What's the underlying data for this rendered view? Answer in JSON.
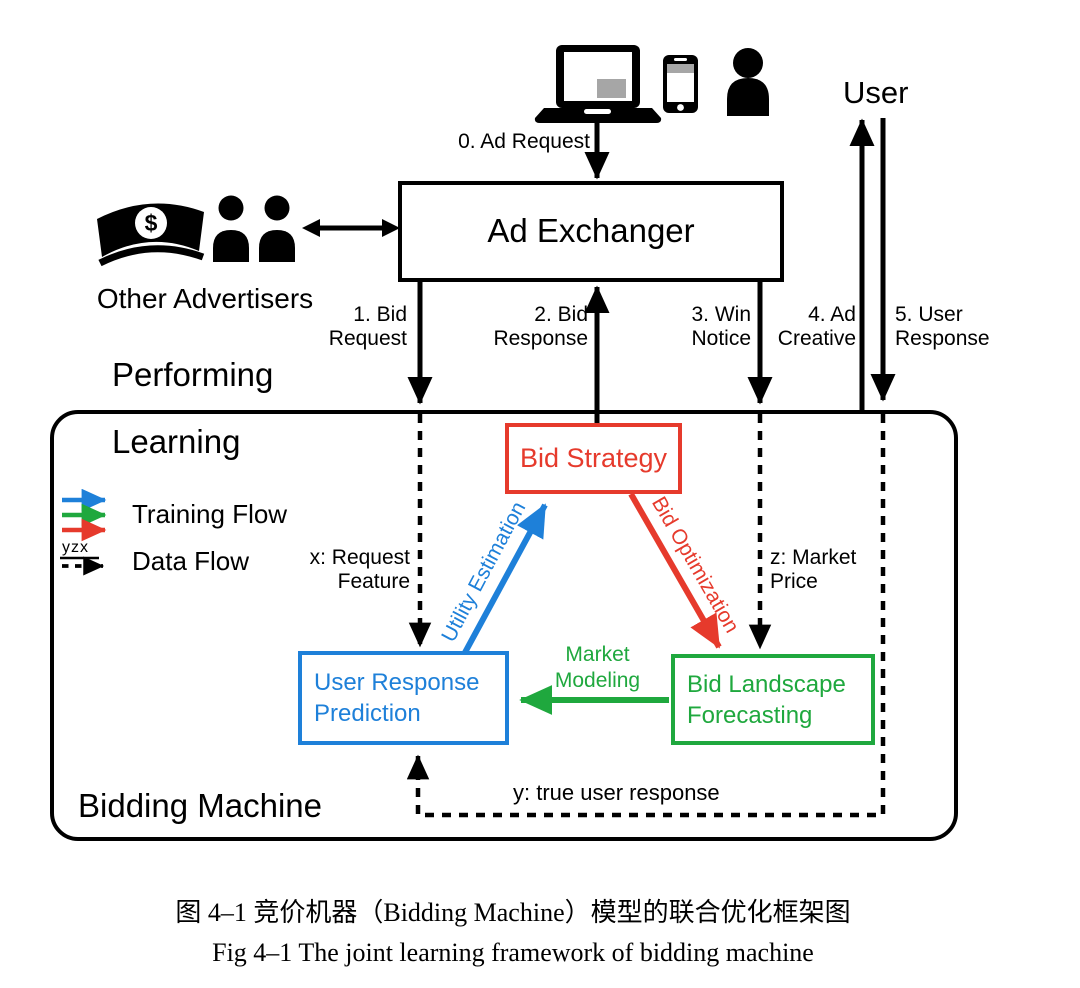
{
  "colors": {
    "blue": "#1e80d9",
    "green": "#1fa83e",
    "red": "#e63a2c",
    "black": "#000000",
    "screen_gray": "#a6a6a6"
  },
  "icons": {
    "devices": [
      "laptop-icon",
      "smartphone-icon",
      "person-icon"
    ],
    "advertisers": [
      "banknote-icon",
      "advertiser-person-icon",
      "advertiser-person-icon"
    ],
    "legend": [
      "training-flow-arrows-icon",
      "data-flow-dashed-arrow-icon"
    ]
  },
  "top": {
    "user_label": "User",
    "ad_request_label": "0. Ad Request",
    "other_advertisers_label": "Other Advertisers",
    "ad_exchanger_label": "Ad Exchanger"
  },
  "flows": [
    {
      "line1": "1. Bid",
      "line2": "Request"
    },
    {
      "line1": "2. Bid",
      "line2": "Response"
    },
    {
      "line1": "3. Win",
      "line2": "Notice"
    },
    {
      "line1": "4. Ad",
      "line2": "Creative"
    },
    {
      "line1": "5. User",
      "line2": "Response"
    }
  ],
  "machine": {
    "performing_label": "Performing",
    "learning_label": "Learning",
    "bidding_machine_label": "Bidding Machine",
    "legend": {
      "training_flow": "Training Flow",
      "data_flow": "Data Flow",
      "yzx": "yzx",
      "training_flow_colors": [
        "#1e80d9",
        "#1fa83e",
        "#e63a2c"
      ]
    },
    "boxes": {
      "bid_strategy": "Bid Strategy",
      "urp_line1": "User Response",
      "urp_line2": "Prediction",
      "blf_line1": "Bid Landscape",
      "blf_line2": "Forecasting"
    },
    "edges": {
      "utility_estimation": "Utility Estimation",
      "bid_optimization": "Bid Optimization",
      "market_line1": "Market",
      "market_line2": "Modeling",
      "x_line1": "x: Request",
      "x_line2": "Feature",
      "z_line1": "z: Market",
      "z_line2": "Price",
      "y_label": "y: true user response"
    }
  },
  "caption": {
    "zh": "图 4–1 竞价机器（Bidding Machine）模型的联合优化框架图",
    "en": "Fig 4–1 The joint learning framework of bidding machine"
  }
}
